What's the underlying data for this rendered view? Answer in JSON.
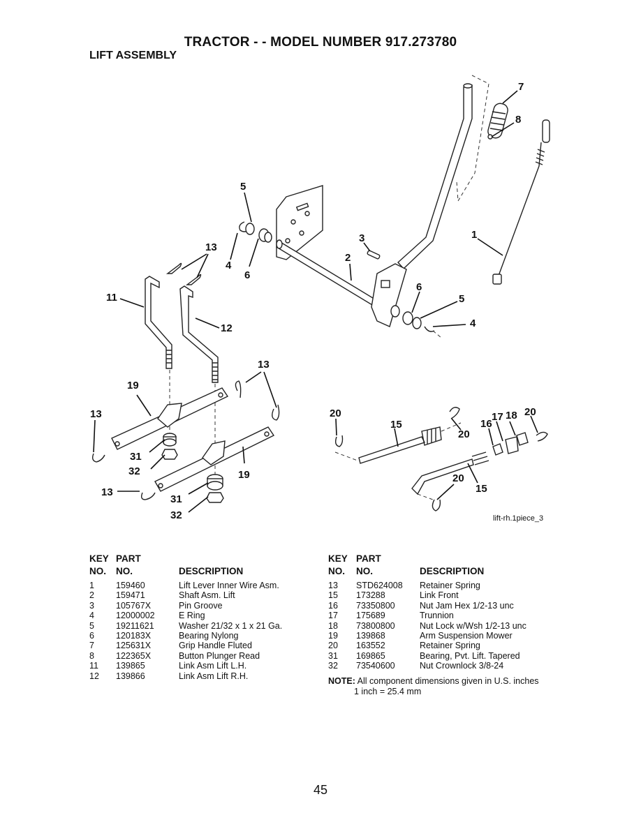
{
  "header": {
    "title": "TRACTOR - - MODEL NUMBER 917.273780",
    "subtitle": "LIFT ASSEMBLY"
  },
  "figure": {
    "id_label": "lift-rh.1piece_3",
    "callouts": [
      "7",
      "8",
      "5",
      "1",
      "3",
      "2",
      "13",
      "4",
      "6",
      "11",
      "6",
      "5",
      "4",
      "12",
      "13",
      "19",
      "13",
      "20",
      "15",
      "17",
      "18",
      "20",
      "16",
      "20",
      "31",
      "32",
      "19",
      "20",
      "15",
      "13",
      "31",
      "32"
    ]
  },
  "table_left": {
    "header": {
      "key": "KEY",
      "part": "PART",
      "no": "NO.",
      "no2": "NO.",
      "description": "DESCRIPTION"
    },
    "rows": [
      {
        "key": "1",
        "part": "159460",
        "desc": "Lift Lever Inner Wire Asm."
      },
      {
        "key": "2",
        "part": "159471",
        "desc": "Shaft Asm. Lift"
      },
      {
        "key": "3",
        "part": "105767X",
        "desc": "Pin Groove"
      },
      {
        "key": "4",
        "part": "12000002",
        "desc": "E Ring"
      },
      {
        "key": "5",
        "part": "19211621",
        "desc": "Washer 21/32 x 1 x 21 Ga."
      },
      {
        "key": "6",
        "part": "120183X",
        "desc": "Bearing Nylong"
      },
      {
        "key": "7",
        "part": "125631X",
        "desc": "Grip Handle Fluted"
      },
      {
        "key": "8",
        "part": "122365X",
        "desc": "Button Plunger Read"
      },
      {
        "key": "11",
        "part": "139865",
        "desc": "Link Asm Lift L.H."
      },
      {
        "key": "12",
        "part": "139866",
        "desc": "Link Asm Lift R.H."
      }
    ]
  },
  "table_right": {
    "header": {
      "key": "KEY",
      "part": "PART",
      "no": "NO.",
      "no2": "NO.",
      "description": "DESCRIPTION"
    },
    "rows": [
      {
        "key": "13",
        "part": "STD624008",
        "desc": "Retainer Spring"
      },
      {
        "key": "15",
        "part": "173288",
        "desc": "Link Front"
      },
      {
        "key": "16",
        "part": "73350800",
        "desc": "Nut Jam Hex 1/2-13 unc"
      },
      {
        "key": "17",
        "part": "175689",
        "desc": "Trunnion"
      },
      {
        "key": "18",
        "part": "73800800",
        "desc": "Nut Lock w/Wsh  1/2-13 unc"
      },
      {
        "key": "19",
        "part": "139868",
        "desc": "Arm Suspension Mower"
      },
      {
        "key": "20",
        "part": "163552",
        "desc": "Retainer Spring"
      },
      {
        "key": "31",
        "part": "169865",
        "desc": "Bearing, Pvt. Lift. Tapered"
      },
      {
        "key": "32",
        "part": "73540600",
        "desc": "Nut Crownlock 3/8-24"
      }
    ]
  },
  "note": {
    "label": "NOTE:",
    "text": " All component dimensions given in U.S. inches",
    "line2": "1 inch = 25.4 mm"
  },
  "page_number": "45"
}
